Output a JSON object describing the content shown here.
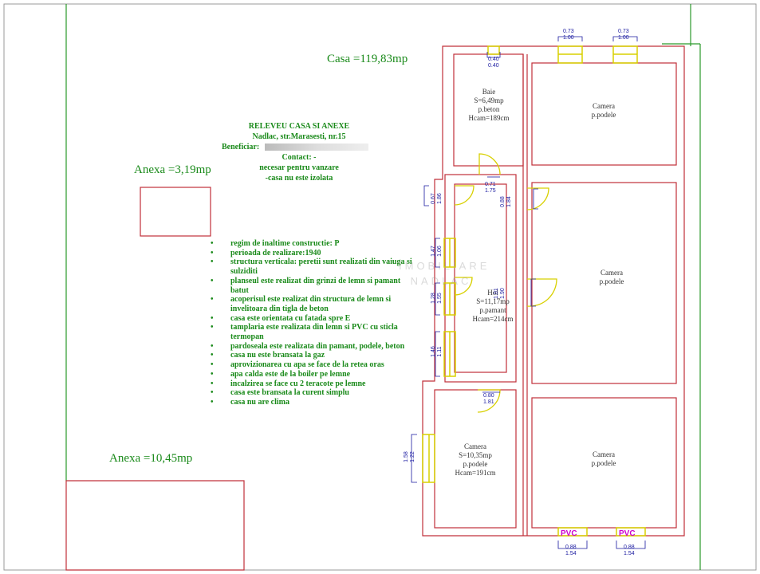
{
  "areas": {
    "casa": "Casa =119,83mp",
    "anexa_small": "Anexa =3,19mp",
    "anexa_large": "Anexa =10,45mp"
  },
  "header": {
    "title": "RELEVEU CASA SI ANEXE",
    "address": "Nadlac, str.Marasesti, nr.15",
    "beneficiar": "Beneficiar:",
    "contact": "Contact: -",
    "purpose": "necesar pentru vanzare",
    "insulation": "-casa nu este izolata"
  },
  "notes": [
    "regim de inaltime constructie: P",
    "perioada de realizare:1940",
    "structura verticala: peretii sunt realizati din vaiuga si sulziditi",
    "planseul este realizat din grinzi de lemn si pamant batut",
    "acoperisul este realizat din structura de lemn si invelitoara din tigla de beton",
    "casa este orientata cu fatada spre E",
    "tamplaria este realizata din lemn si PVC cu sticla termopan",
    "pardoseala este realizata din pamant, podele, beton",
    "casa nu este bransata la gaz",
    "aprovizionarea cu apa se face de la retea oras",
    "apa calda este de la boiler pe lemne",
    "incalzirea se face cu 2 teracote pe lemne",
    "casa este bransata la curent simplu",
    "casa nu are clima"
  ],
  "rooms": {
    "baie": [
      "Baie",
      "S=6,49mp",
      "p.beton",
      "Hcam=189cm"
    ],
    "camera_top": [
      "Camera",
      "p.podele"
    ],
    "camera_mid": [
      "Camera",
      "p.podele"
    ],
    "hol": [
      "Hol",
      "S=11,17mp",
      "p.pamant",
      "Hcam=214cm"
    ],
    "camera_bl": [
      "Camera",
      "S=10,35mp",
      "p.podele",
      "Hcam=191cm"
    ],
    "camera_br": [
      "Camera",
      "p.podele"
    ]
  },
  "dims": {
    "baie_win": [
      "0.40",
      "0.40"
    ],
    "top_win1": [
      "0.73",
      "1.00"
    ],
    "top_win2": [
      "0.73",
      "1.00"
    ],
    "door_baie": [
      "0.71",
      "1.75"
    ],
    "door_left_top": [
      "0.67",
      "1.86"
    ],
    "door_cam_top": [
      "0.88",
      "1.84"
    ],
    "win_left1": [
      "1.47",
      "1.06"
    ],
    "win_left2": [
      "1.28",
      "1.55"
    ],
    "door_cam_mid": [
      "1.01",
      "1.90"
    ],
    "win_left3": [
      "1.46",
      "1.11"
    ],
    "door_bottom": [
      "0.80",
      "1.81"
    ],
    "win_cam_bl": [
      "1.58",
      "1.22"
    ],
    "pvc1": [
      "0.88",
      "1.54"
    ],
    "pvc2": [
      "0.88",
      "1.54"
    ]
  },
  "pvc_label": "PVC",
  "watermark": [
    "IMOBILIARE",
    "NADLAC"
  ],
  "colors": {
    "wall": "#c0303a",
    "site_line": "#2a9a2a",
    "opening": "#e6e000",
    "dimension": "#1a1aa0",
    "pvc_text": "#cc00cc",
    "text_green": "#1a8a1a"
  }
}
